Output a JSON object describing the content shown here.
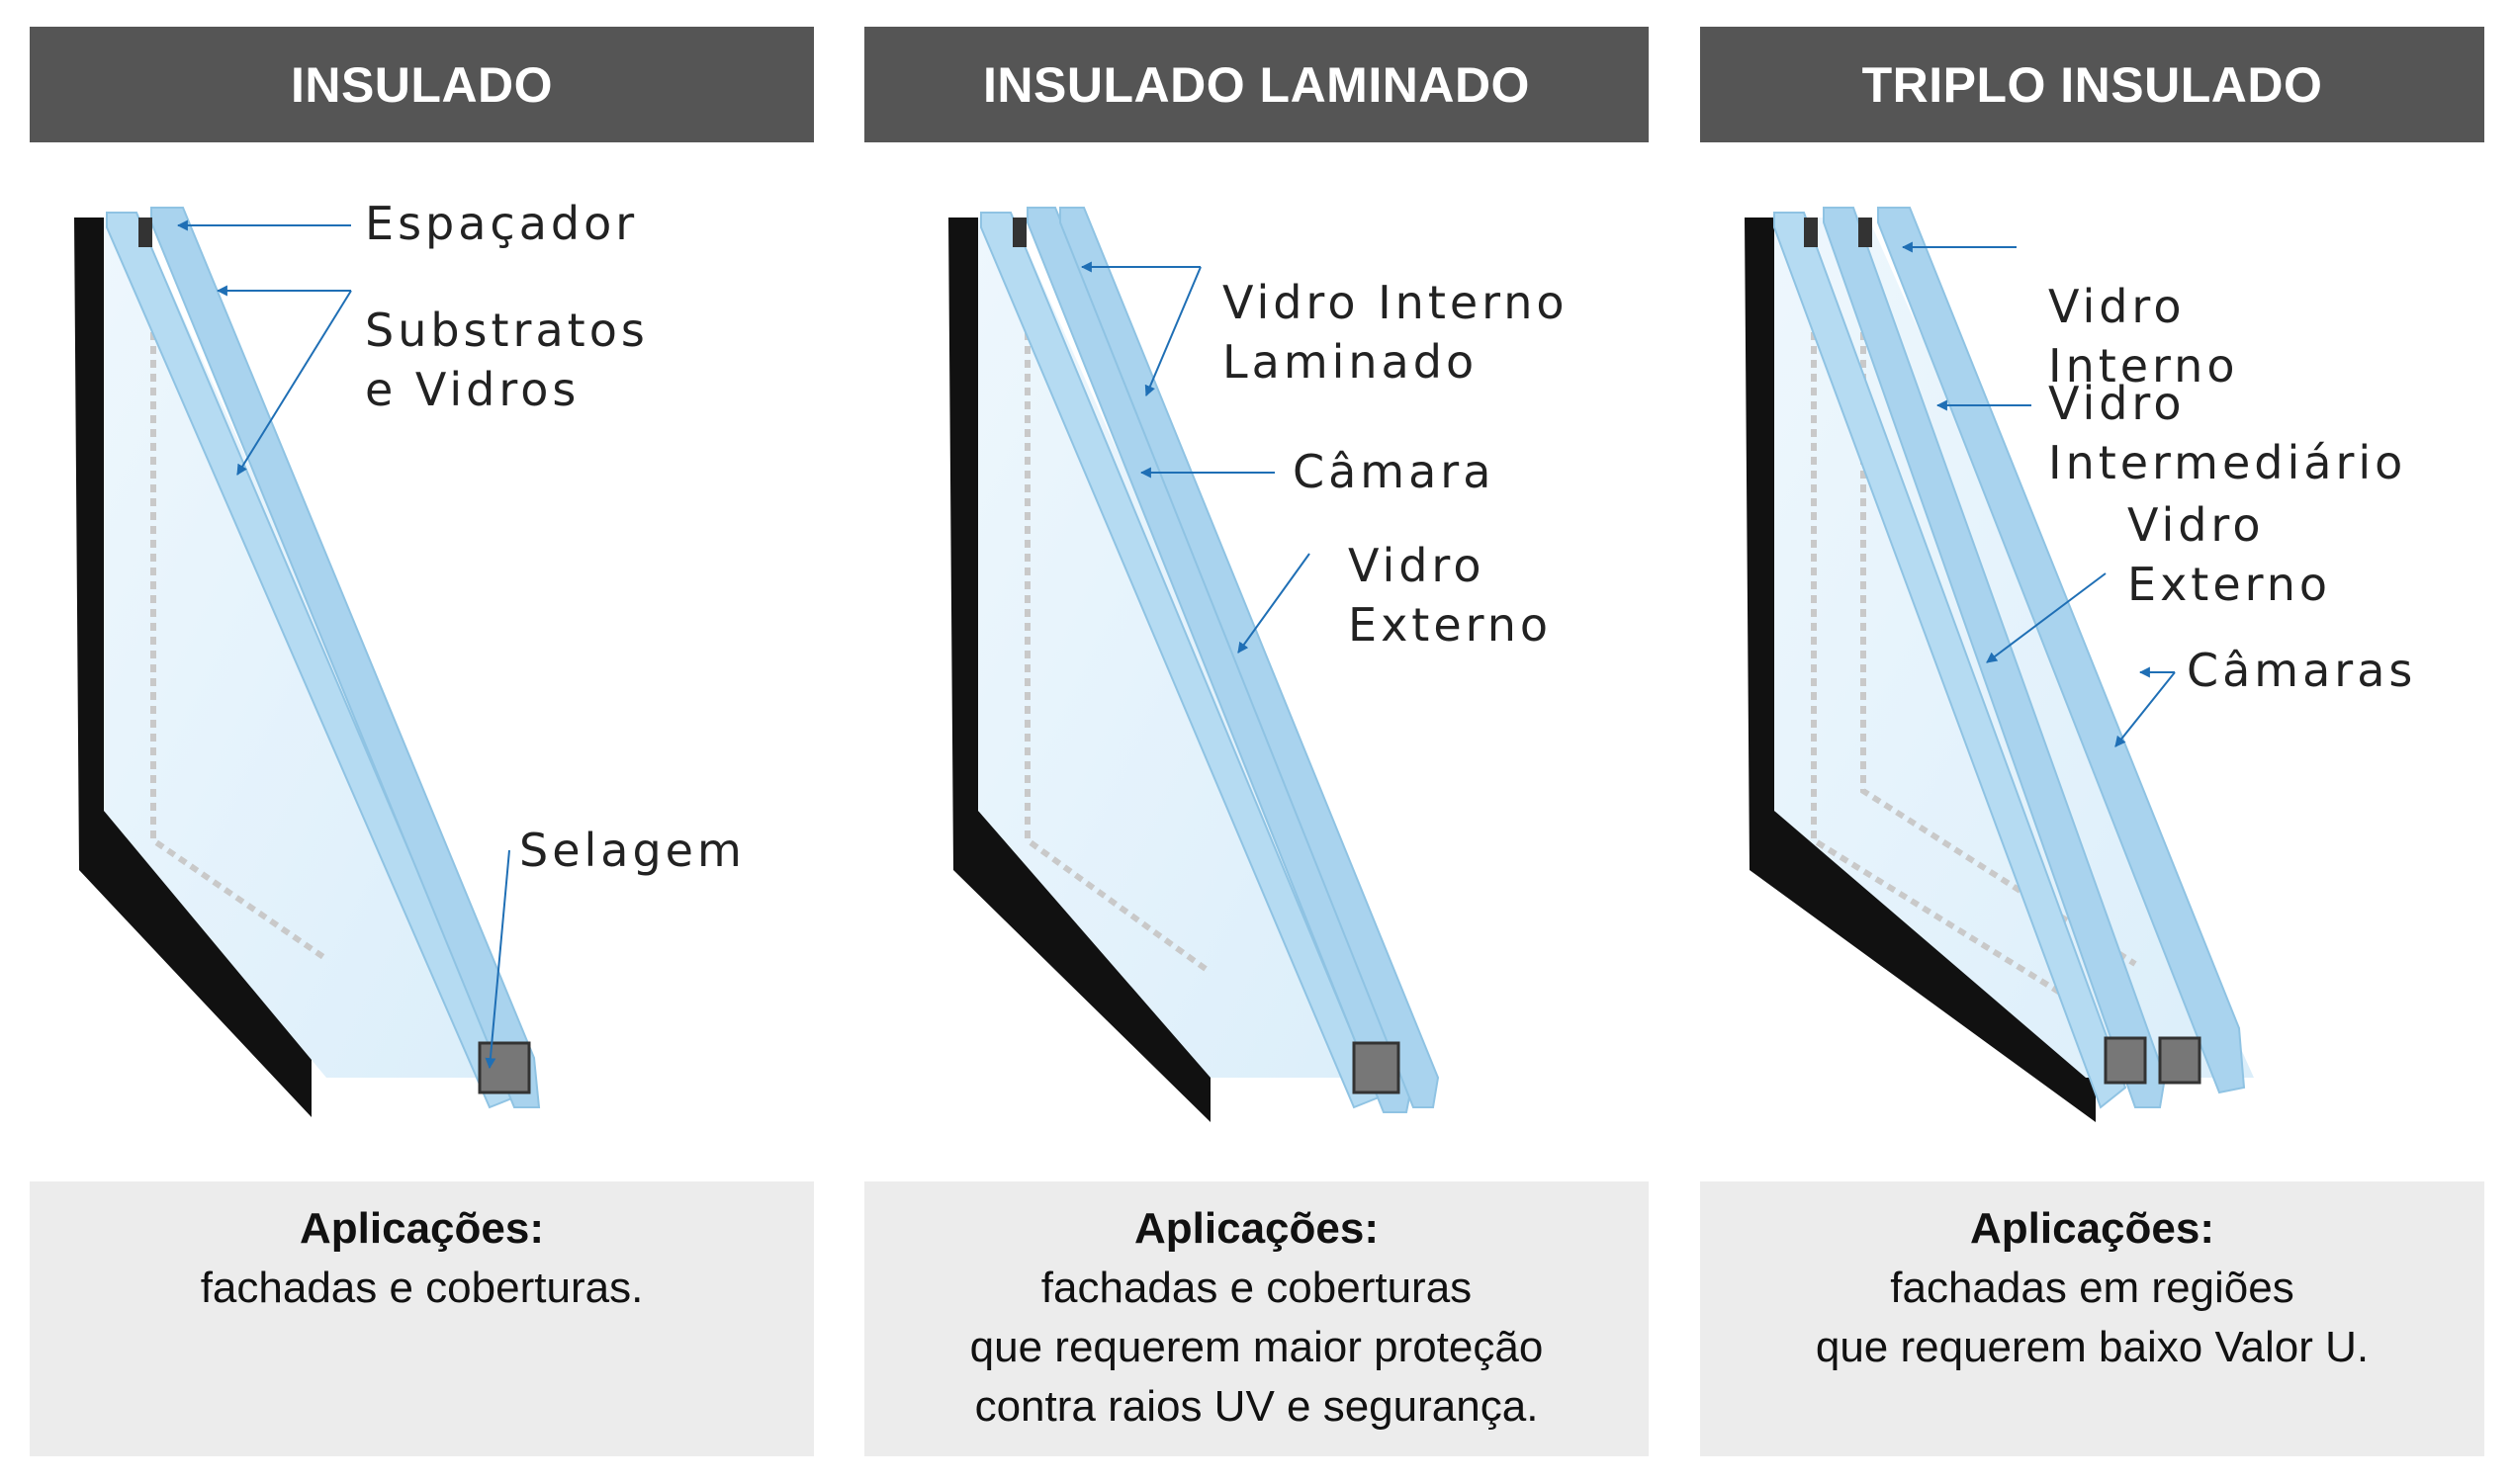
{
  "panels": [
    {
      "title": "INSULADO",
      "labels": {
        "espacador": "Espaçador",
        "substratos_l1": "Substratos",
        "substratos_l2": "e Vidros",
        "selagem": "Selagem"
      },
      "footer": {
        "title": "Aplicações:",
        "lines": [
          "fachadas e coberturas."
        ]
      }
    },
    {
      "title": "INSULADO LAMINADO",
      "labels": {
        "interno_l1": "Vidro Interno",
        "interno_l2": "Laminado",
        "camara": "Câmara",
        "externo_l1": "Vidro",
        "externo_l2": "Externo"
      },
      "footer": {
        "title": "Aplicações:",
        "lines": [
          "fachadas e coberturas",
          "que requerem maior proteção",
          "contra raios UV e segurança."
        ]
      }
    },
    {
      "title": "TRIPLO INSULADO",
      "labels": {
        "interno_l1": "Vidro",
        "interno_l2": "Interno",
        "intermediario_l1": "Vidro",
        "intermediario_l2": "Intermediário",
        "externo_l1": "Vidro",
        "externo_l2": "Externo",
        "camaras": "Câmaras"
      },
      "footer": {
        "title": "Aplicações:",
        "lines": [
          "fachadas em regiões",
          "que requerem baixo Valor U."
        ]
      }
    }
  ],
  "colors": {
    "header_bg": "#555555",
    "footer_bg": "#ececec",
    "arrow": "#1f6fb5",
    "glass": "#a9d3ee",
    "frame": "#111111"
  }
}
